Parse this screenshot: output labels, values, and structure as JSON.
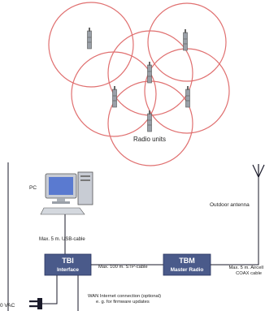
{
  "top": {
    "caption": "Radio units"
  },
  "bottom": {
    "pc_label": "PC",
    "antenna_label": "Outdoor antenna",
    "usb_cable_label": "Max. 5 m. USB-cable",
    "tbi": {
      "title": "TBI",
      "subtitle": "Interface"
    },
    "tbm": {
      "title": "TBM",
      "subtitle": "Master Radio"
    },
    "stp_cable_label": "Max. 100 m. STP-cable",
    "aircell_line1": "Max. 5 m. Aircell",
    "aircell_line2": "COAX cable",
    "wan_line1": "WAN Internet connection (optional)",
    "wan_line2": "e. g. for firmware updates",
    "power_label": "0 VAC"
  },
  "colors": {
    "circle": "#e07070",
    "box": "#4a5a8a",
    "line": "#1a1a2a",
    "pc_screen": "#5a7ad0"
  }
}
